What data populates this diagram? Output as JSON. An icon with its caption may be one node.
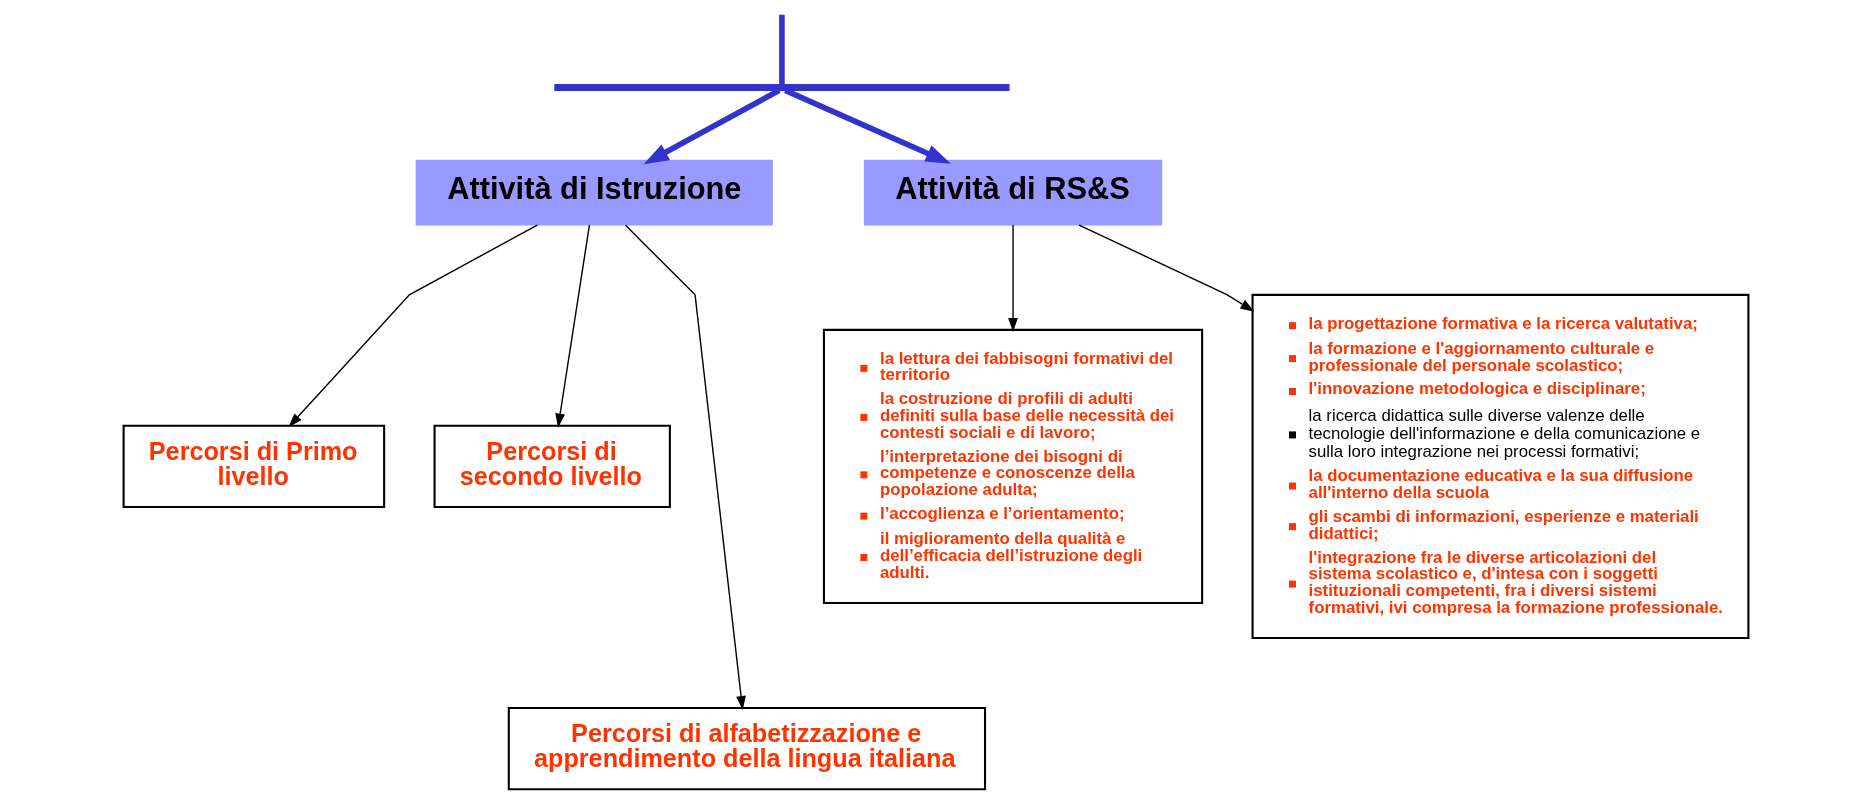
{
  "diagram": {
    "nodes": [
      {
        "text": [],
        "shape": "bar"
      },
      {
        "text": [
          "Attività di Istruzione"
        ]
      },
      {
        "text": [
          "Percorsi di Primo livello"
        ]
      },
      {
        "text": [
          "Percorsi di secondo livello"
        ]
      },
      {
        "text": [
          "Percorsi di alfabetizzazione e apprendimento della lingua italiana"
        ]
      },
      {
        "text": [
          "Attività di RS&S"
        ]
      },
      {
        "text": [
          "la lettura dei fabbisogni formativi del territorio",
          "la costruzione di profili di adulti definiti sulla base delle necessità dei contesti sociali e di lavoro;",
          "l’interpretazione dei bisogni di competenze e conoscenze della popolazione adulta;",
          "l’accoglienza e l’orientamento;",
          "il miglioramento della qualità e dell’efficacia dell’istruzione degli adulti."
        ]
      },
      {
        "text": [
          "la progettazione formativa e la ricerca valutativa;",
          "la formazione e l'aggiornamento culturale e professionale del personale scolastico;",
          "l'innovazione metodologica e disciplinare;",
          "la ricerca didattica sulle diverse valenze delle tecnologie dell'informazione e della comunicazione e sulla loro integrazione nei processi formativi;",
          "la documentazione educativa e la sua diffusione all'interno della scuola",
          "gli scambi di informazioni, esperienze e materiali didattici;",
          "l'integrazione fra le diverse articolazioni del sistema scolastico e, d'intesa con i soggetti istituzionali competenti, fra i diversi sistemi formativi, ivi compresa la formazione professionale."
        ]
      }
    ],
    "edges": [
      {
        "from": null,
        "to": 0,
        "arrow": "none",
        "style": "thick",
        "color": "#3333cc"
      },
      {
        "from": 0,
        "to": 1,
        "arrow": "to",
        "style": "thick",
        "color": "#3333cc"
      },
      {
        "from": 0,
        "to": 5,
        "arrow": "to",
        "style": "thick",
        "color": "#3333cc"
      },
      {
        "from": 1,
        "to": 2,
        "arrow": "to"
      },
      {
        "from": 1,
        "to": 4,
        "arrow": "to"
      },
      {
        "from": 1,
        "to": 3,
        "arrow": "to"
      },
      {
        "from": 5,
        "to": 6,
        "arrow": "to"
      },
      {
        "from": 5,
        "to": 7,
        "arrow": "to"
      }
    ]
  }
}
